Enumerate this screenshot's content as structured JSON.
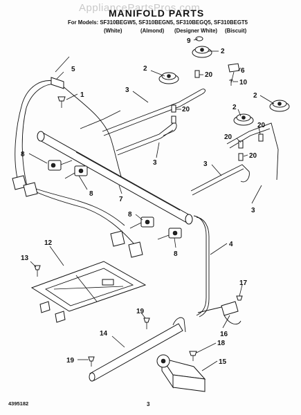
{
  "header": {
    "watermark": "AppliancePartsPros.com",
    "title": "MANIFOLD PARTS",
    "models_line": "For Models: SF310BEGW5, SF310BEGN5, SF310BEGQ5, SF310BEGT5",
    "colors": [
      "(White)",
      "(Almond)",
      "(Designer White)",
      "(Biscuit)"
    ]
  },
  "callouts": {
    "c1": "1",
    "c2a": "2",
    "c2b": "2",
    "c2c": "2",
    "c2d": "2",
    "c3a": "3",
    "c3b": "3",
    "c3c": "3",
    "c3d": "3",
    "c4": "4",
    "c5": "5",
    "c6": "6",
    "c7": "7",
    "c8a": "8",
    "c8b": "8",
    "c8c": "8",
    "c8d": "8",
    "c9": "9",
    "c10": "10",
    "c12": "12",
    "c13": "13",
    "c14": "14",
    "c15": "15",
    "c16": "16",
    "c17": "17",
    "c18": "18",
    "c19a": "19",
    "c19b": "19",
    "c20a": "20",
    "c20b": "20",
    "c20c": "20",
    "c20d": "20",
    "c20e": "20"
  },
  "footer": {
    "doc_number": "4395182",
    "page_number": "3"
  }
}
